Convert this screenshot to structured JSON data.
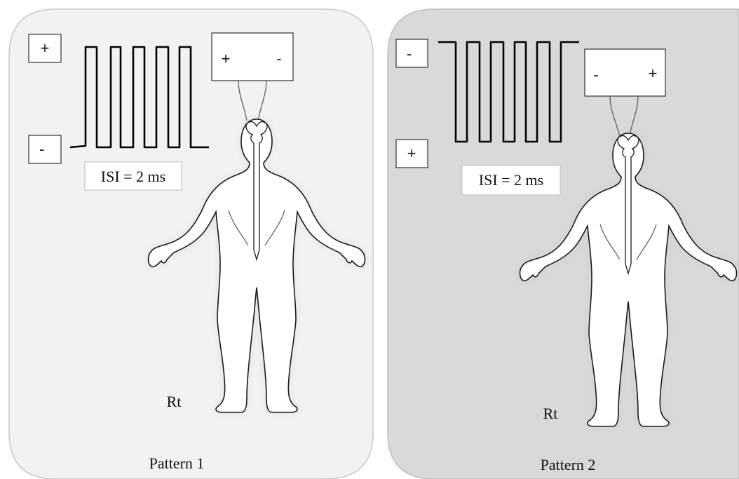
{
  "panels": [
    {
      "label": "Pattern 1",
      "side_label": "Rt",
      "isi_label": "ISI = 2 ms",
      "upper_polarity": "+",
      "lower_polarity": "-",
      "electrode_left": "+",
      "electrode_right": "-"
    },
    {
      "label": "Pattern 2",
      "side_label": "Rt",
      "isi_label": "ISI = 2 ms",
      "upper_polarity": "-",
      "lower_polarity": "+",
      "electrode_left": "-",
      "electrode_right": "+"
    }
  ],
  "colors": {
    "panel_1_fill": "#f2f2f2",
    "panel_2_fill": "#d9d9d9"
  }
}
